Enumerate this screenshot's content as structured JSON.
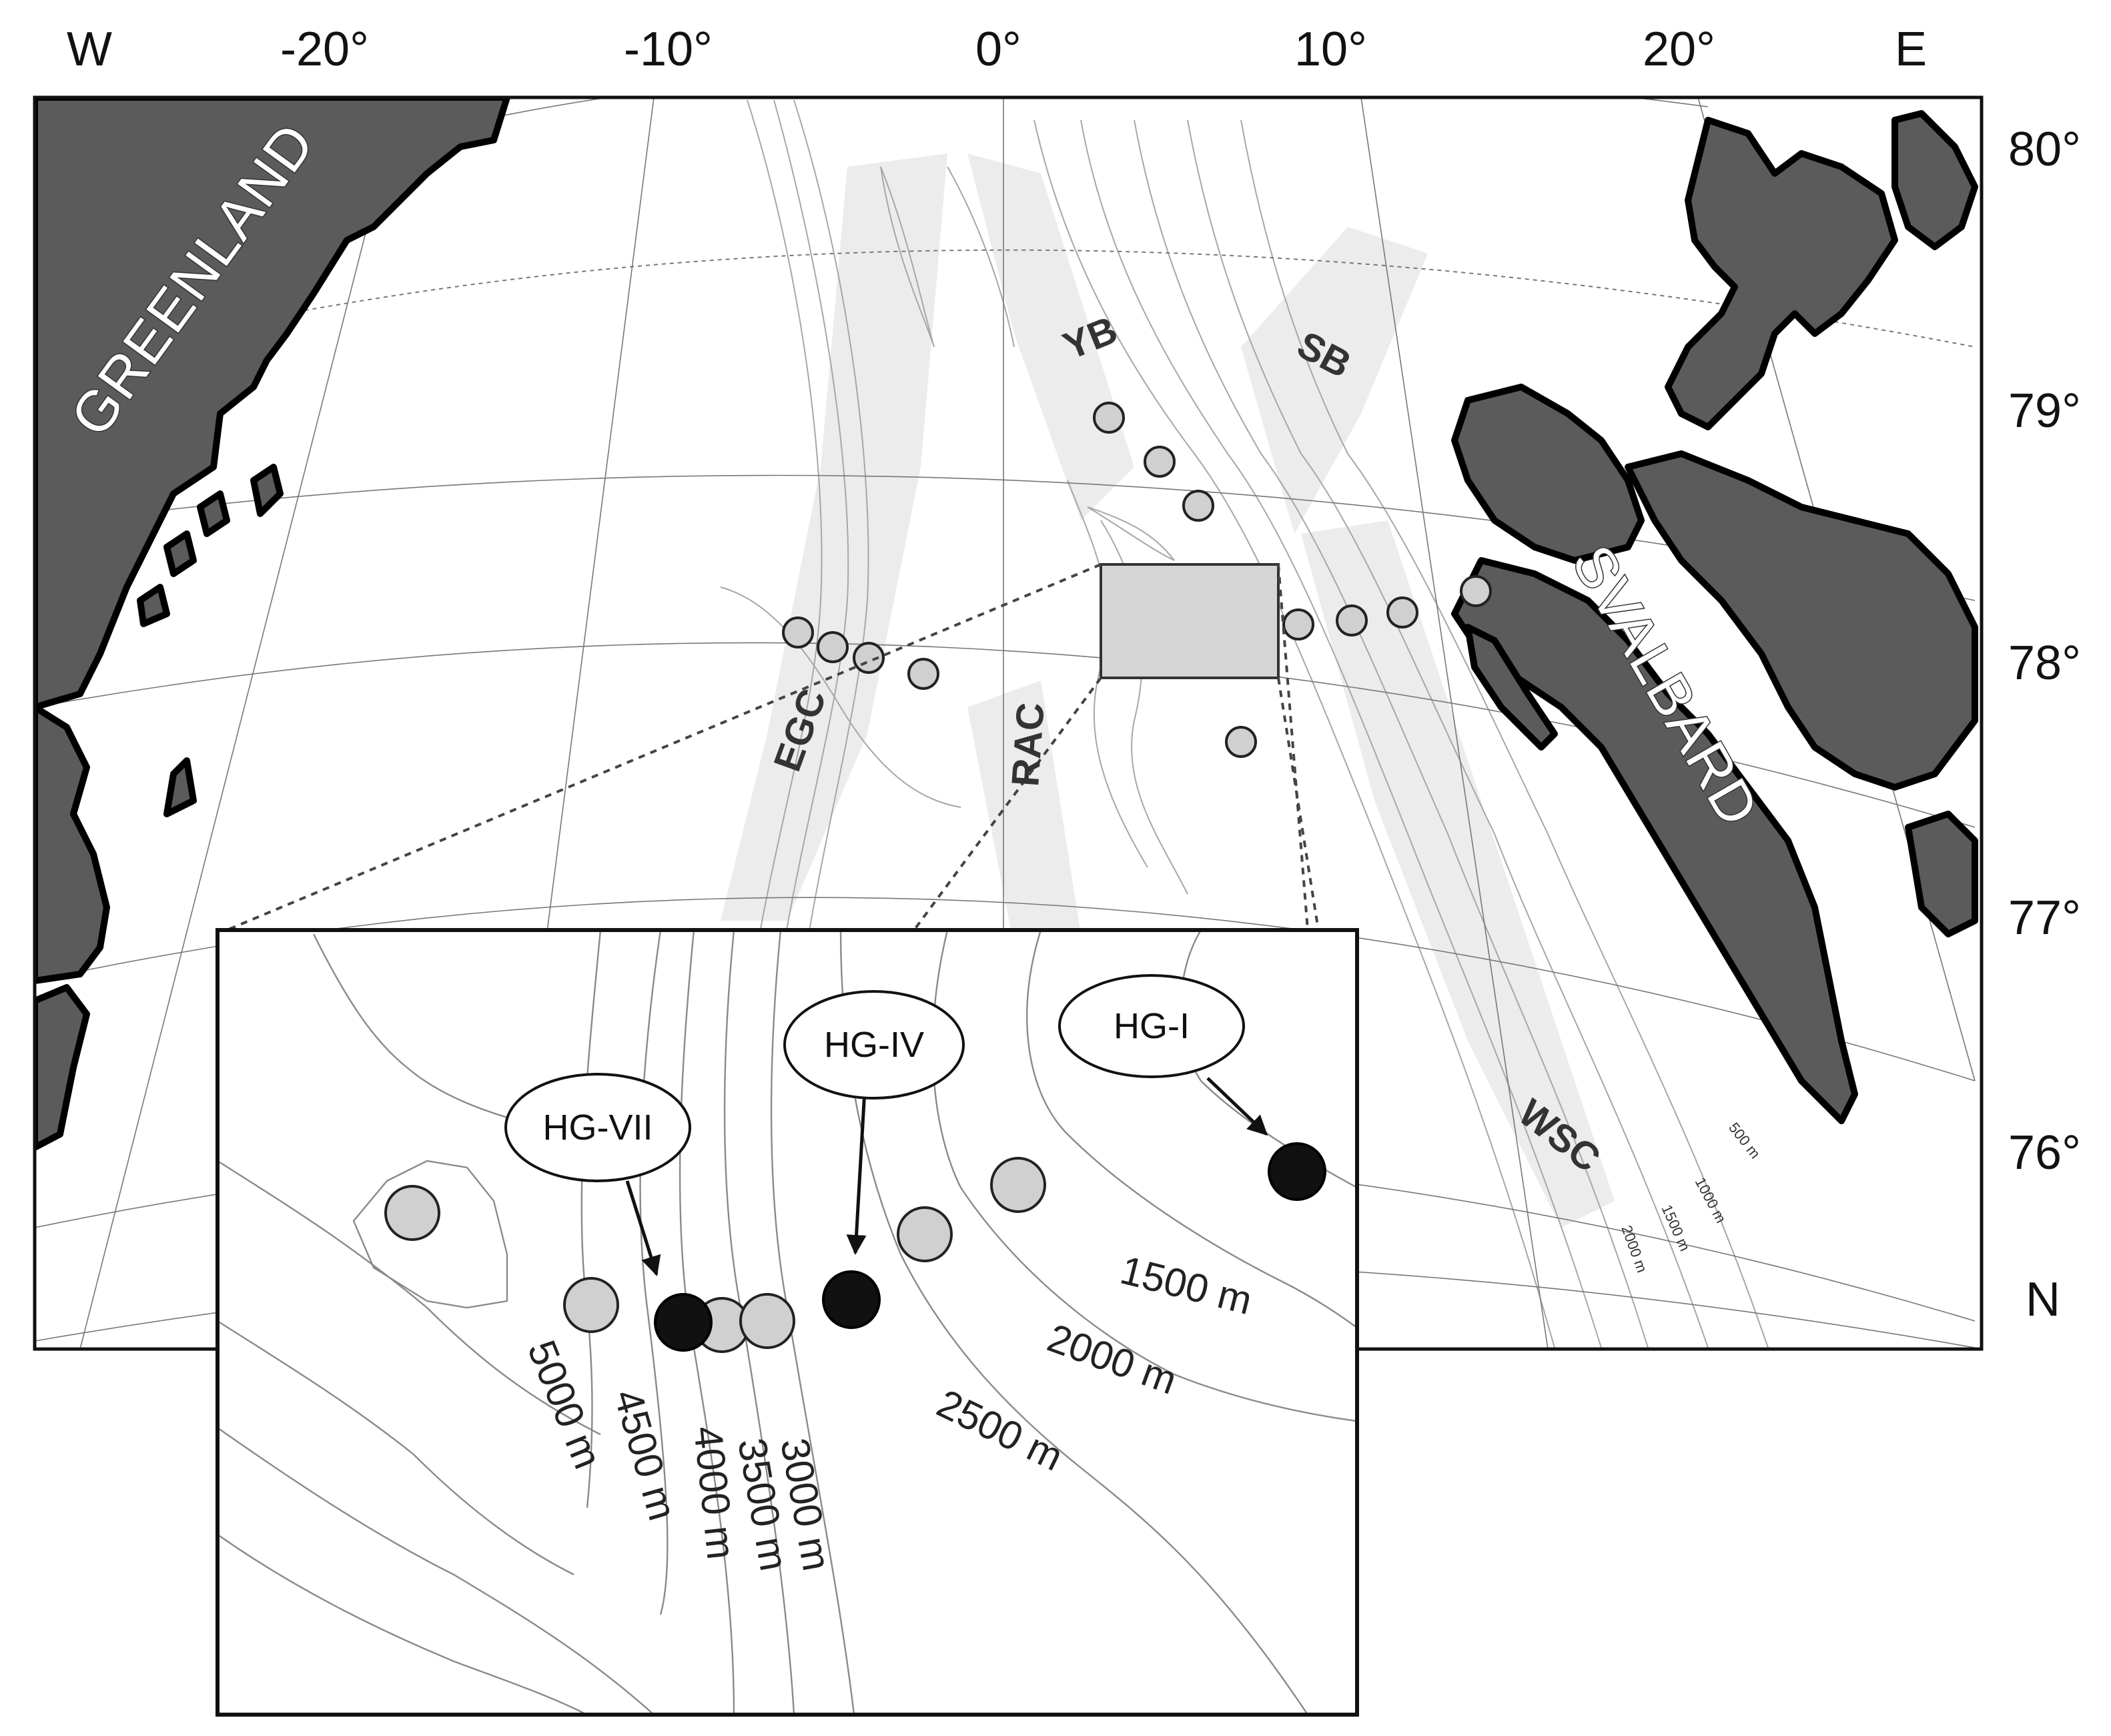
{
  "axes": {
    "west_label": "W",
    "east_label": "E",
    "north_label": "N",
    "longitude_ticks": [
      "-20°",
      "-10°",
      "0°",
      "10°",
      "20°"
    ],
    "latitude_ticks": [
      "80°",
      "79°",
      "78°",
      "77°",
      "76°"
    ]
  },
  "land": {
    "greenland_label": "GREENLAND",
    "svalbard_label": "SVALBARD",
    "land_color": "#5b5b5b"
  },
  "currents": [
    "YB",
    "SB",
    "EGC",
    "RAC",
    "WSC"
  ],
  "main_contours": [
    "500 m",
    "1000 m",
    "1500 m",
    "2000 m"
  ],
  "inset": {
    "contour_labels": [
      "1500 m",
      "2000 m",
      "2500 m",
      "3000 m",
      "3500 m",
      "4000 m",
      "4500 m",
      "5000 m"
    ],
    "sites": [
      {
        "label": "HG-VII"
      },
      {
        "label": "HG-IV"
      },
      {
        "label": "HG-I"
      }
    ]
  },
  "colors": {
    "grey_station": "#d0d0d0",
    "black_station": "#111111",
    "study_box": "#d6d6d6"
  }
}
